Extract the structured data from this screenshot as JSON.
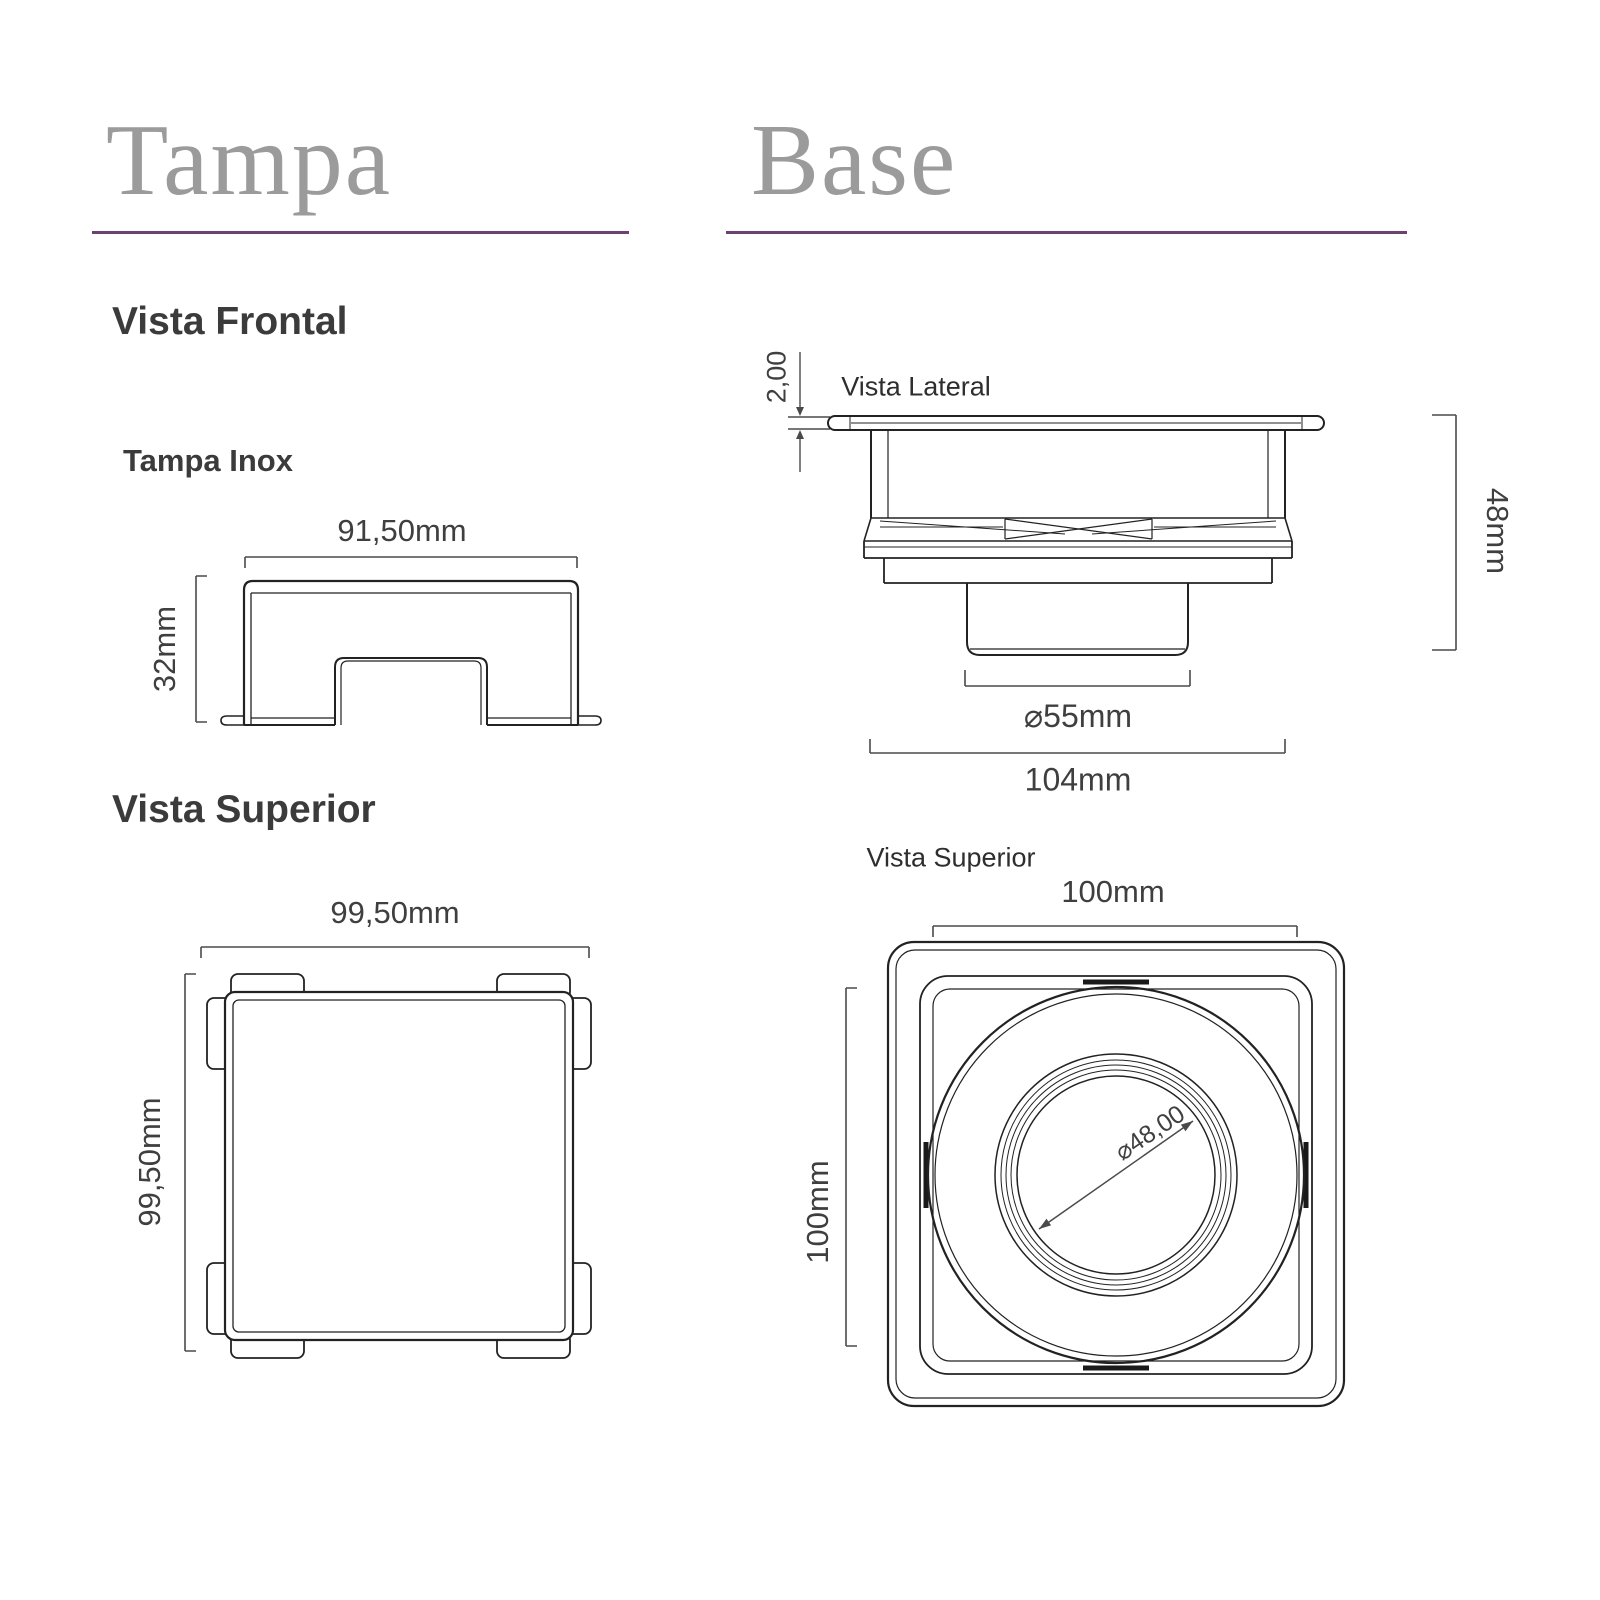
{
  "colors": {
    "background": "#ffffff",
    "title_gray": "#9b9b9b",
    "underline_purple": "#6d4273",
    "heading_dark": "#3b3b3b",
    "line_art": "#222222",
    "dimension": "#4a4a4a"
  },
  "tampa_section": {
    "title": "Tampa",
    "front_view": {
      "heading": "Vista Frontal",
      "subheading": "Tampa Inox",
      "width_label": "91,50mm",
      "height_label": "32mm"
    },
    "top_view": {
      "heading": "Vista Superior",
      "width_label": "99,50mm",
      "height_label": "99,50mm"
    }
  },
  "base_section": {
    "title": "Base",
    "side_view": {
      "label": "Vista Lateral",
      "flange_thickness_label": "2,00",
      "height_label": "48mm",
      "outlet_diameter_label": "⌀55mm",
      "width_label": "104mm"
    },
    "top_view": {
      "label": "Vista Superior",
      "width_label": "100mm",
      "height_label": "100mm",
      "inner_diameter_label": "⌀48,00"
    }
  }
}
